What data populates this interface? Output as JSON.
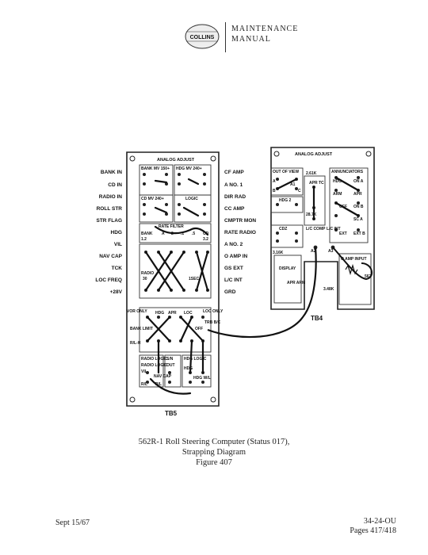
{
  "header": {
    "logo_text": "COLLINS",
    "title_line1": "MAINTENANCE",
    "title_line2": "MANUAL"
  },
  "left_labels": [
    "BANK IN",
    "CD IN",
    "RADIO IN",
    "ROLL STR",
    "STR FLAG",
    "HDG",
    "VIL",
    "NAV CAP",
    "TCK",
    "LOC FREQ",
    "+28V"
  ],
  "right_labels": [
    "CF AMP",
    "A NO. 1",
    "DIR RAD",
    "CC AMP",
    "CMPTR MON",
    "RATE RADIO",
    "A NO. 2",
    "O AMP IN",
    "GS EXT",
    "L/C INT",
    "GRD"
  ],
  "tb5": {
    "title": "ANALOG ADJUST",
    "name": "TB5",
    "sections": [
      "BANK MV 150+",
      "HDG MV 240+",
      "CD MV 240+",
      "LOGIC",
      "RATE FILTER",
      "RADIO LOGIC",
      "S/N",
      "HDG LOGIC"
    ],
    "small_labels": [
      "BANK",
      "A",
      "2",
      ".1",
      ".5",
      "CD",
      "1.2",
      "3.2",
      "RADIO",
      "30",
      "1SEC",
      "VOR ONLY",
      "LOC ONLY",
      "HDG",
      "APR",
      "LOC",
      "BANK LIMIT",
      "OFF",
      "TRB B/C",
      "R/L-H",
      "RADIO LOGIC",
      "OUT",
      "NAV CAP",
      "HDG",
      "HDG W/L",
      "VIL",
      "R/L",
      "B/L"
    ]
  },
  "tb4": {
    "title": "ANALOG ADJUST",
    "name": "TB4",
    "sections": [
      "OUT OF VIEW",
      "ANNUNCIATORS",
      "HDG 2",
      "CDZ",
      "O AMP INPUT"
    ],
    "small_labels": [
      "A1",
      "A",
      "B",
      "C",
      "2.61K",
      "APR TC",
      "28.7K",
      "L/C COMP",
      "L/C INT",
      "3.16K",
      "A2",
      "A3",
      "DISPLAY",
      "APR ARM",
      "HDG",
      "ON A",
      "APR",
      "OFF",
      "ARM",
      "ON B",
      "SC A",
      "EXT B",
      "EXT",
      "3.48K",
      "562"
    ]
  },
  "caption": {
    "line1": "562R-1 Roll Steering Computer (Status 017),",
    "line2": "Strapping Diagram",
    "line3": "Figure 407"
  },
  "footer": {
    "date": "Sept 15/67",
    "code": "34-24-OU",
    "pages": "Pages 417/418"
  }
}
